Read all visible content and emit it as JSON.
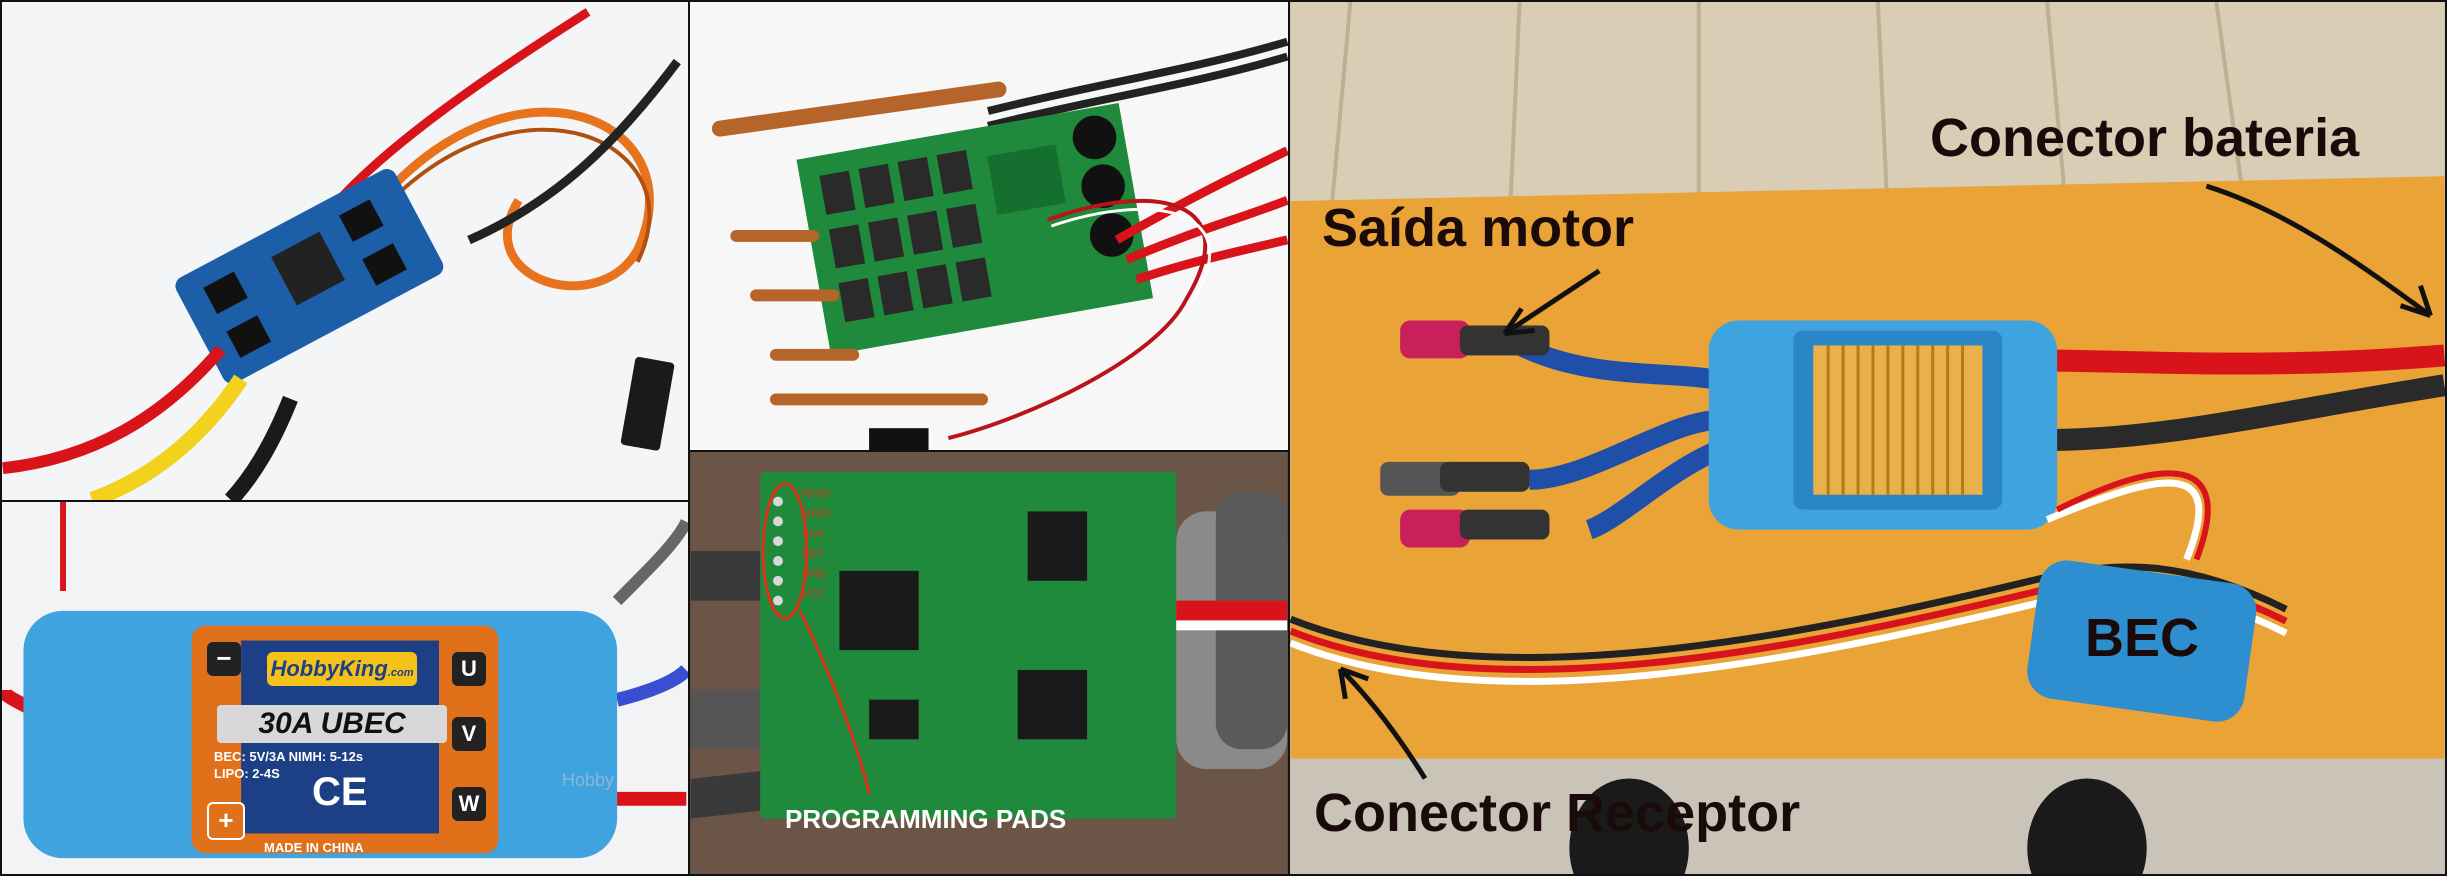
{
  "collage": {
    "panel_a": {
      "name": "small-esc-photo"
    },
    "panel_b": {
      "name": "large-esc-board-photo"
    },
    "panel_c": {
      "name": "hobbyking-ubec-photo",
      "brand": "HobbyKing",
      "brand_suffix": ".com",
      "model": "30A UBEC",
      "spec_line1": "BEC: 5V/3A NIMH: 5-12s",
      "spec_line2": "LIPO: 2-4S",
      "origin": "MADE IN CHINA",
      "ce_mark": "CE",
      "minus_sign": "−",
      "plus_sign": "+",
      "pad_u": "U",
      "pad_v": "V",
      "pad_w": "W",
      "watermark": "Hobby"
    },
    "panel_d": {
      "name": "esc-programming-pads-photo",
      "caption": "PROGRAMMING PADS",
      "pad_labels": [
        "MOSI",
        "MISO",
        "SCK",
        "RST",
        "GND",
        "VCC"
      ]
    },
    "panel_e": {
      "name": "annotated-esc-photo",
      "labels": {
        "battery": "Conector bateria",
        "motor": "Saída motor",
        "bec": "BEC",
        "receiver": "Conector Receptor"
      }
    }
  },
  "colors": {
    "frame": "#111111",
    "label_text": "#1a0a0a",
    "esc_blue": "#3fa3e0",
    "pcb_green": "#1f8a3c",
    "pad_orange": "#e0701a",
    "heatsink_gold": "#e8b14a",
    "wall_orange": "#e9a336",
    "annotation_red": "#e0301a"
  }
}
